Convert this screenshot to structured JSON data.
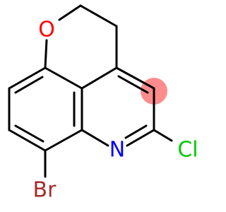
{
  "molecule": {
    "atoms": [
      {
        "id": "O",
        "symbol": "O",
        "color": "#ff0000"
      },
      {
        "id": "N",
        "symbol": "N",
        "color": "#0000ff"
      },
      {
        "id": "Cl",
        "symbol": "Cl",
        "color": "#00c800"
      },
      {
        "id": "Br",
        "symbol": "Br",
        "color": "#a52a2a"
      }
    ],
    "highlight": {
      "color": "#ff8c8c",
      "atom": "C-Cl-adjacent"
    }
  }
}
